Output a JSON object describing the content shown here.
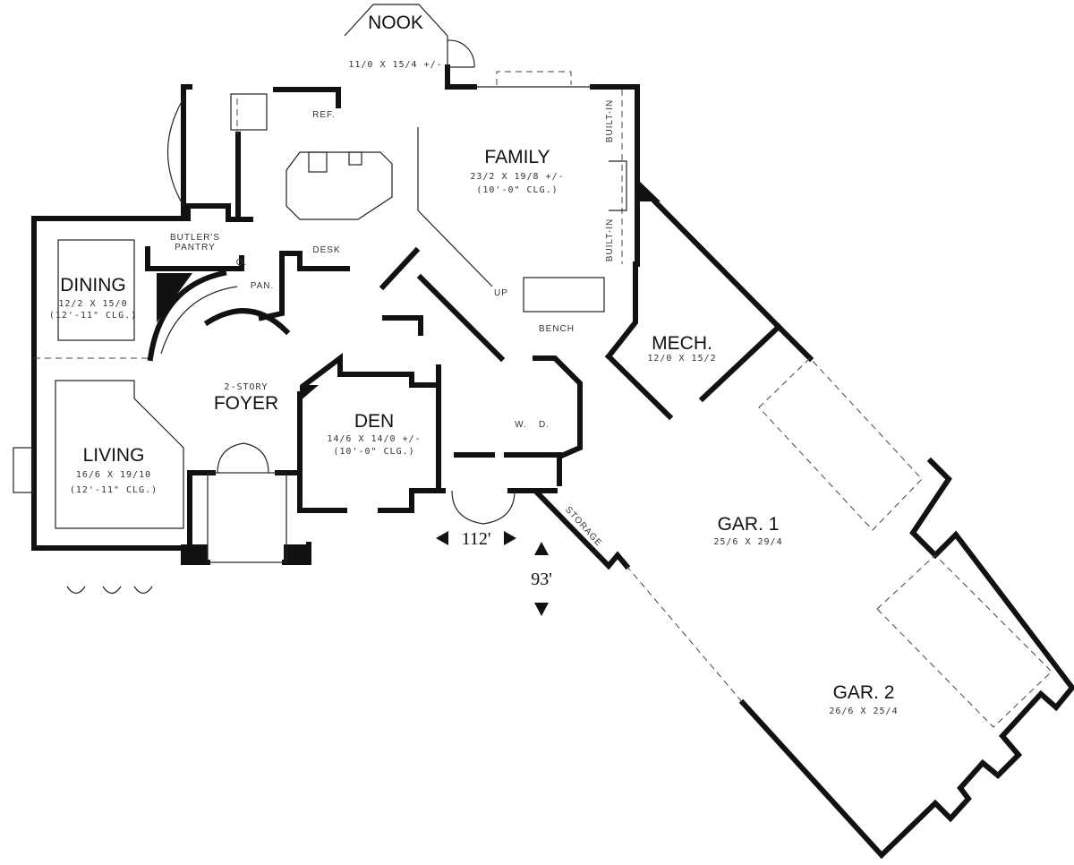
{
  "rooms": {
    "nook": {
      "name": "NOOK",
      "size": "11/0 X 15/4 +/-"
    },
    "family": {
      "name": "FAMILY",
      "size": "23/2 X 19/8 +/-",
      "ceiling": "(10'-0\" CLG.)"
    },
    "dining": {
      "name": "DINING",
      "size": "12/2 X 15/0",
      "ceiling": "(12'-11\" CLG.)"
    },
    "foyer": {
      "prefix": "2-STORY",
      "name": "FOYER"
    },
    "den": {
      "name": "DEN",
      "size": "14/6 X 14/0 +/-",
      "ceiling": "(10'-0\" CLG.)"
    },
    "living": {
      "name": "LIVING",
      "size": "16/6 X 19/10",
      "ceiling": "(12'-11\" CLG.)"
    },
    "mech": {
      "name": "MECH.",
      "size": "12/0 X 15/2"
    },
    "gar1": {
      "name": "GAR. 1",
      "size": "25/6 X 29/4"
    },
    "gar2": {
      "name": "GAR.  2",
      "size": "26/6 X 25/4"
    }
  },
  "labels": {
    "ref": "REF.",
    "butlers_pantry_1": "BUTLER'S",
    "butlers_pantry_2": "PANTRY",
    "desk": "DESK",
    "pan": "PAN.",
    "up": "UP",
    "bench": "BENCH",
    "built_in_1": "BUILT-IN",
    "built_in_2": "BUILT-IN",
    "washer": "W.",
    "dryer": "D.",
    "storage": "STORAGE",
    "pantry_o": "O."
  },
  "dimensions": {
    "width": "112'",
    "depth": "93'"
  }
}
